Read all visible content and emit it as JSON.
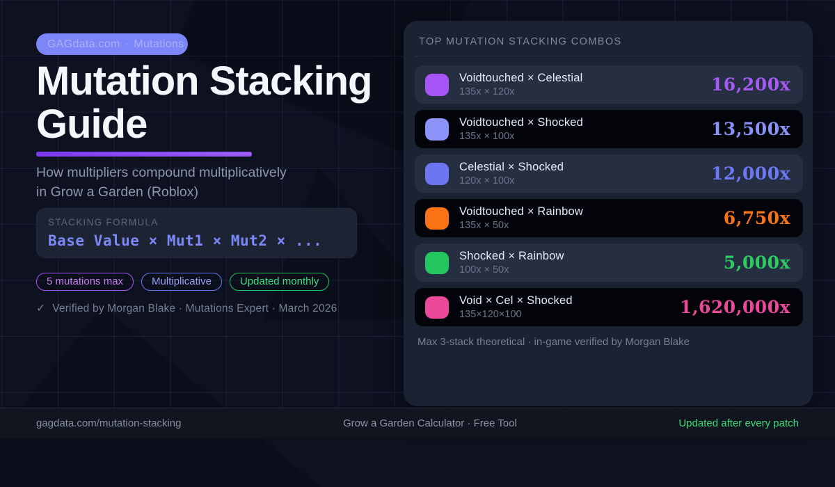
{
  "brand": {
    "site": "GAGdata.com",
    "separator": "·",
    "section": "Mutations"
  },
  "hero": {
    "title_line1": "Mutation Stacking",
    "title_line2": "Guide",
    "subtitle_line1": "How multipliers compound multiplicatively",
    "subtitle_line2": "in Grow a Garden (Roblox)",
    "formula": {
      "label": "STACKING FORMULA",
      "expression": "Base Value × Mut1 × Mut2 × ..."
    },
    "badges": [
      {
        "label": "5 mutations max",
        "text_color": "#c97ef2",
        "border_color": "#a855f7"
      },
      {
        "label": "Multiplicative",
        "text_color": "#96a0f5",
        "border_color": "#6875f5"
      },
      {
        "label": "Updated monthly",
        "text_color": "#3fe07f",
        "border_color": "#22c55e"
      }
    ],
    "verified": {
      "check": "✓",
      "text": "Verified by Morgan Blake · Mutations Expert · March 2026"
    }
  },
  "panel": {
    "header": "TOP MUTATION STACKING COMBOS",
    "rows": [
      {
        "name": "Voidtouched × Celestial",
        "formula": "135x × 120x",
        "value": "16,200x",
        "icon_color": "#a855f7",
        "value_color": "#a55bf2",
        "variant": "slate"
      },
      {
        "name": "Voidtouched × Shocked",
        "formula": "135x × 100x",
        "value": "13,500x",
        "icon_color": "#8b93f8",
        "value_color": "#8b93f8",
        "variant": "black"
      },
      {
        "name": "Celestial × Shocked",
        "formula": "120x × 100x",
        "value": "12,000x",
        "icon_color": "#6d75f0",
        "value_color": "#6d79f2",
        "variant": "slate"
      },
      {
        "name": "Voidtouched × Rainbow",
        "formula": "135x × 50x",
        "value": "6,750x",
        "icon_color": "#f97316",
        "value_color": "#f97316",
        "variant": "black"
      },
      {
        "name": "Shocked × Rainbow",
        "formula": "100x × 50x",
        "value": "5,000x",
        "icon_color": "#22c55e",
        "value_color": "#2dcc62",
        "variant": "slate"
      },
      {
        "name": "Void × Cel × Shocked",
        "formula": "135×120×100",
        "value": "1,620,000x",
        "icon_color": "#ec4899",
        "value_color": "#ec4899",
        "variant": "black"
      }
    ],
    "note": "Max 3-stack theoretical · in-game verified by Morgan Blake"
  },
  "footer": {
    "url": "gagdata.com/mutation-stacking",
    "center": "Grow a Garden Calculator · Free Tool",
    "right": "Updated after every patch"
  },
  "colors": {
    "background": "#0d1120",
    "grid_line": "rgba(124,134,196,0.14)",
    "pill_bg": "#7d86f8",
    "accent_underline": "#8b5cf6",
    "panel_bg": "#1b2231",
    "row_slate_bg": "#262e42",
    "row_black_bg": "#02040a",
    "footer_green": "#3ddc77"
  }
}
